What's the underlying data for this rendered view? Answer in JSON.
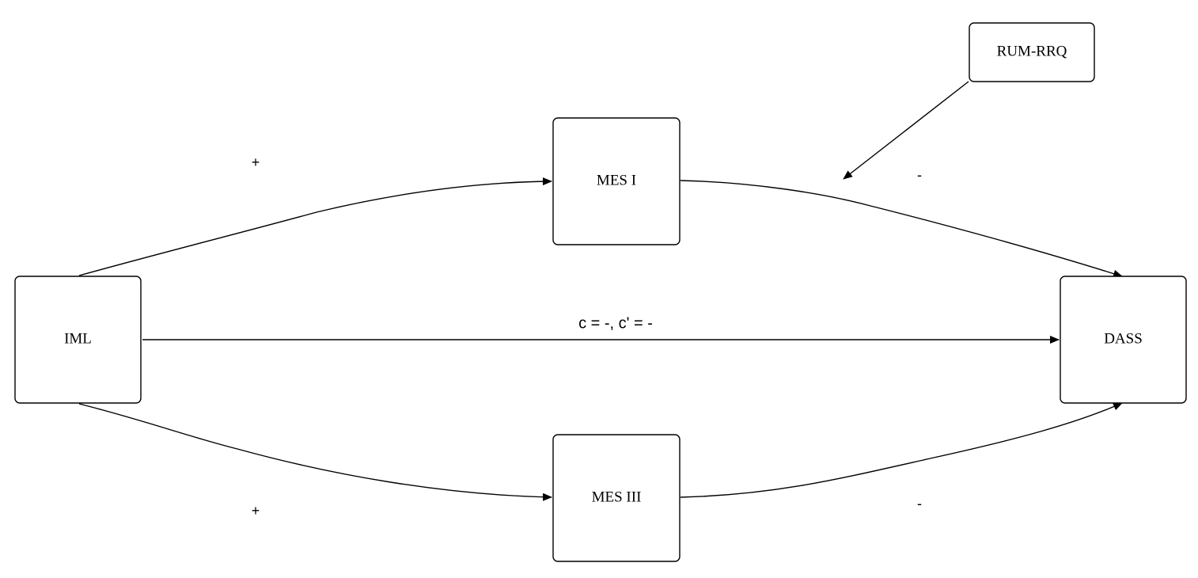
{
  "nodes": {
    "iml": "IML",
    "mes1": "MES I",
    "mes3": "MES III",
    "dass": "DASS",
    "moderator": "RUM-RRQ"
  },
  "edges": {
    "iml_to_mes1_sign": "+",
    "mes1_to_dass_sign": "-",
    "iml_to_mes3_sign": "+",
    "mes3_to_dass_sign": "-",
    "direct_path_label": "c = -, c' = -"
  }
}
